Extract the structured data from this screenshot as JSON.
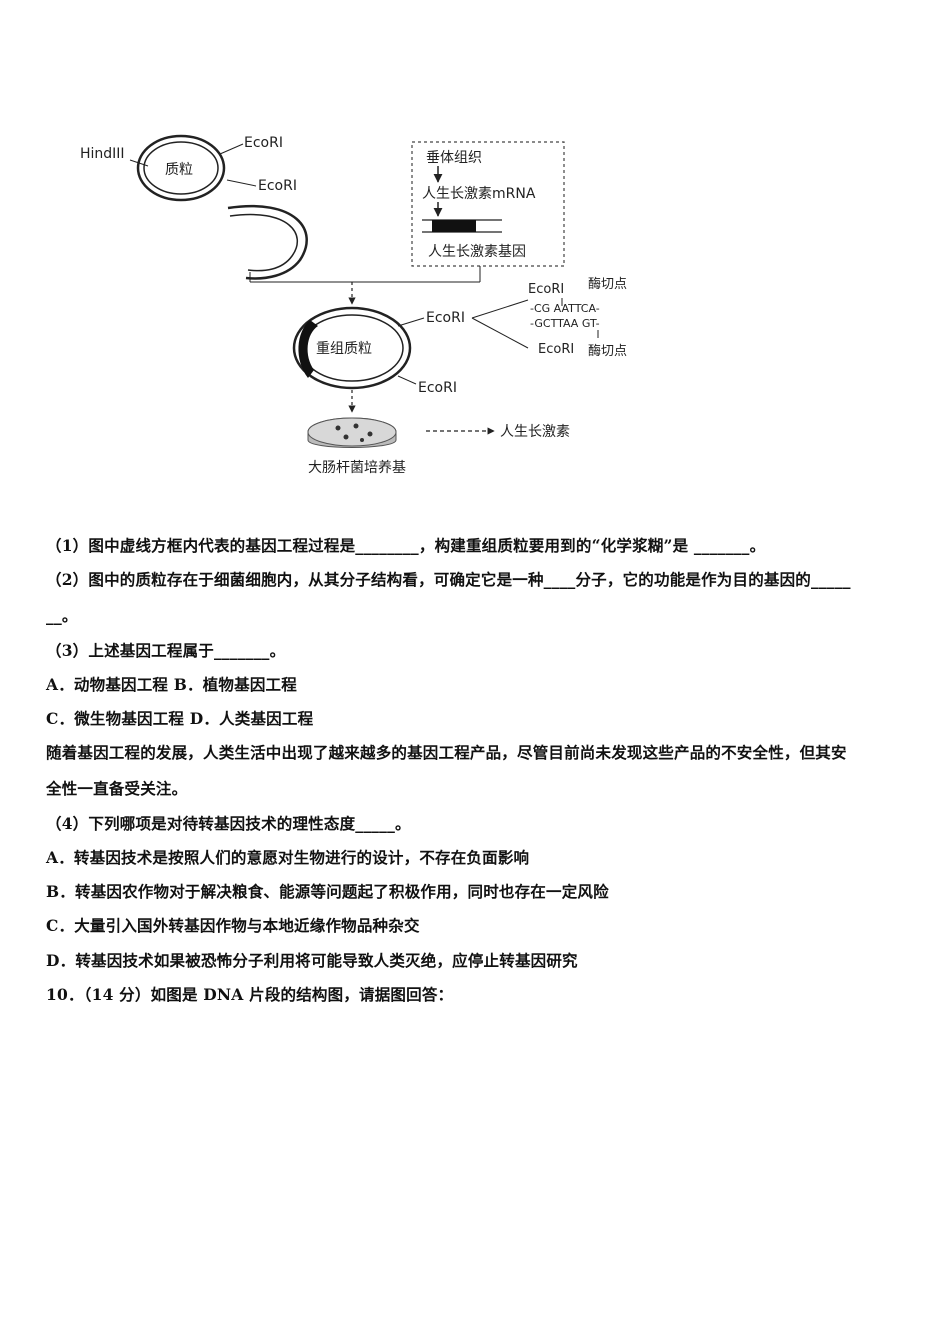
{
  "figure": {
    "hindiii": "HindIII",
    "plasmid": "质粒",
    "ecori": "EcoRI",
    "pituitary": "垂体组织",
    "mrna": "人生长激素mRNA",
    "gene": "人生长激素基因",
    "recombinant": "重组质粒",
    "cut_site": "酶切点",
    "seq_top": "-CG AATTCA-",
    "seq_bottom": "-GCTTAA GT-",
    "culture": "大肠杆菌培养基",
    "hormone": "人生长激素"
  },
  "questions": {
    "q1": "（1）图中虚线方框内代表的基因工程过程是________，构建重组质粒要用到的“化学浆糊”是 _______。",
    "q2_line1": "（2）图中的质粒存在于细菌细胞内，从其分子结构看，可确定它是一种____分子，它的功能是作为目的基因的_____",
    "q2_line2": "__。",
    "q3": "（3）上述基因工程属于_______。",
    "q3_opt_ab": "A．动物基因工程     B．植物基因工程",
    "q3_opt_cd": "C．微生物基因工程    D．人类基因工程",
    "para_line1": "随着基因工程的发展，人类生活中出现了越来越多的基因工程产品，尽管目前尚未发现这些产品的不安全性，但其安",
    "para_line2": "全性一直备受关注。",
    "q4": "（4）下列哪项是对待转基因技术的理性态度_____。",
    "q4_a": "A．转基因技术是按照人们的意愿对生物进行的设计，不存在负面影响",
    "q4_b": "B．转基因农作物对于解决粮食、能源等问题起了积极作用，同时也存在一定风险",
    "q4_c": "C．大量引入国外转基因作物与本地近缘作物品种杂交",
    "q4_d": "D．转基因技术如果被恐怖分子利用将可能导致人类灭绝，应停止转基因研究",
    "q10": "10．（14 分）如图是 DNA 片段的结构图，请据图回答："
  }
}
